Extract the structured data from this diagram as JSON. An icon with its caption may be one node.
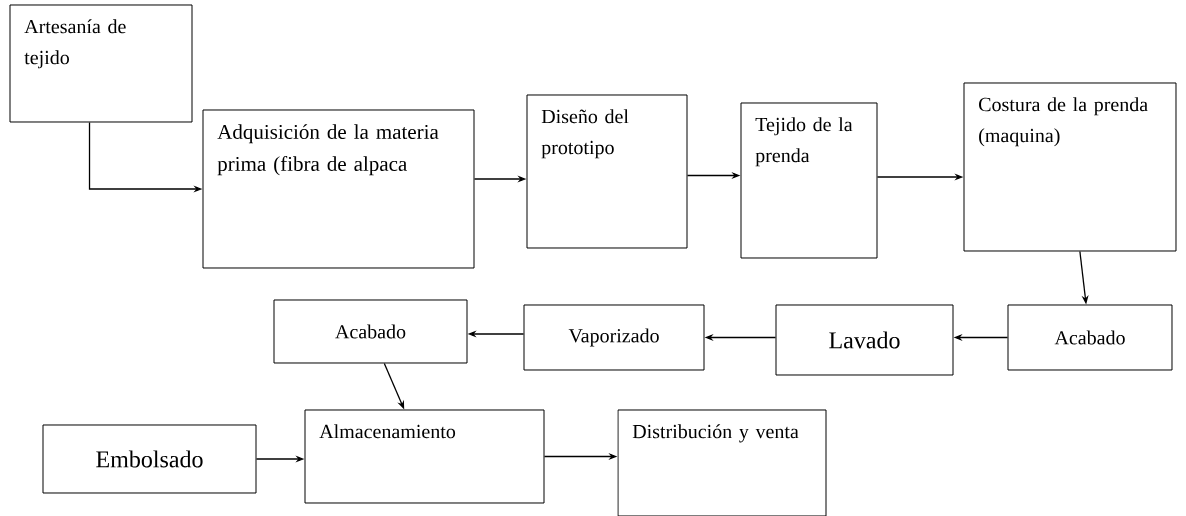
{
  "diagram": {
    "nodes": [
      {
        "text": [
          "Artesanía de tejido"
        ]
      },
      {
        "text": [
          "Adquisición de la materia prima (fibra de alpaca"
        ]
      },
      {
        "text": [
          "Diseño del prototipo"
        ]
      },
      {
        "text": [
          "Tejido de la prenda"
        ]
      },
      {
        "text": [
          "Costura de la prenda (maquina)"
        ]
      },
      {
        "text": [
          "Acabado"
        ]
      },
      {
        "text": [
          "Lavado"
        ]
      },
      {
        "text": [
          "Vaporizado"
        ]
      },
      {
        "text": [
          "Acabado"
        ]
      },
      {
        "text": [
          "Embolsado"
        ]
      },
      {
        "text": [
          "Almacenamiento"
        ]
      },
      {
        "text": [
          "Distribución y venta"
        ]
      }
    ],
    "edges": [
      {
        "from": 0,
        "to": 1,
        "arrow": "to"
      },
      {
        "from": 1,
        "to": 2,
        "arrow": "to"
      },
      {
        "from": 2,
        "to": 3,
        "arrow": "to"
      },
      {
        "from": 3,
        "to": 4,
        "arrow": "to"
      },
      {
        "from": 4,
        "to": 5,
        "arrow": "to"
      },
      {
        "from": 5,
        "to": 6,
        "arrow": "to"
      },
      {
        "from": 6,
        "to": 7,
        "arrow": "to"
      },
      {
        "from": 7,
        "to": 8,
        "arrow": "to"
      },
      {
        "from": 8,
        "to": 10,
        "arrow": "to"
      },
      {
        "from": 9,
        "to": 10,
        "arrow": "to"
      },
      {
        "from": 10,
        "to": 11,
        "arrow": "to"
      }
    ]
  }
}
